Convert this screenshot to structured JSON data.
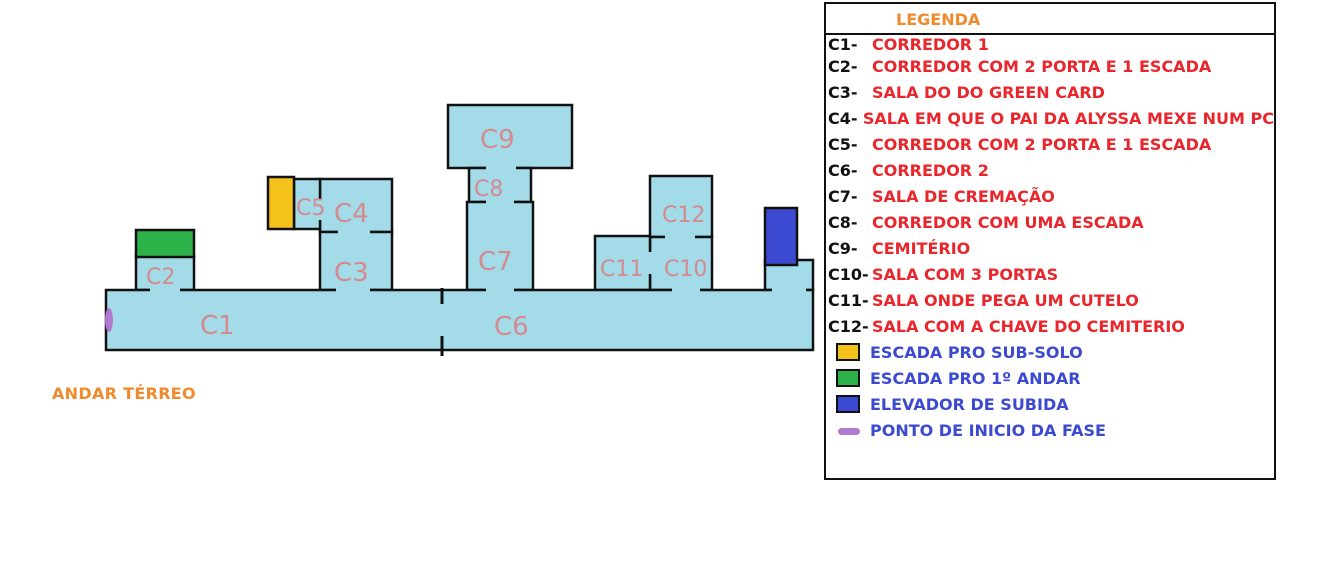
{
  "floor_label": "ANDAR TÉRREO",
  "rooms": {
    "c1": "C1",
    "c2": "C2",
    "c3": "C3",
    "c4": "C4",
    "c5": "C5",
    "c6": "C6",
    "c7": "C7",
    "c8": "C8",
    "c9": "C9",
    "c10": "C10",
    "c11": "C11",
    "c12": "C12"
  },
  "colors": {
    "room_fill": "#a3dbe8",
    "stairs_down": "#f5c21b",
    "stairs_up": "#2db24a",
    "elevator": "#3b4ad0",
    "start_point": "#b07ad0",
    "room_label": "#d48a8f",
    "legend_title": "#f08a2c",
    "legend_desc": "#e8262b",
    "legend_key_desc": "#3b4ad0"
  },
  "legend": {
    "title": "LEGENDA",
    "entries": [
      {
        "code": "C1-",
        "desc": "CORREDOR 1"
      },
      {
        "code": "C2-",
        "desc": "CORREDOR COM 2 PORTA E 1 ESCADA"
      },
      {
        "code": "C3-",
        "desc": "SALA DO DO GREEN CARD"
      },
      {
        "code": "C4-",
        "desc": "SALA EM QUE O PAI DA ALYSSA MEXE NUM PC"
      },
      {
        "code": "C5-",
        "desc": "CORREDOR COM 2 PORTA E 1 ESCADA"
      },
      {
        "code": "C6-",
        "desc": "CORREDOR 2"
      },
      {
        "code": "C7-",
        "desc": "SALA DE CREMAÇÃO"
      },
      {
        "code": "C8-",
        "desc": "CORREDOR COM UMA ESCADA"
      },
      {
        "code": "C9-",
        "desc": "CEMITÉRIO"
      },
      {
        "code": "C10-",
        "desc": "SALA COM 3 PORTAS"
      },
      {
        "code": "C11-",
        "desc": "SALA ONDE PEGA UM CUTELO"
      },
      {
        "code": "C12-",
        "desc": "SALA COM A CHAVE DO CEMITERIO"
      }
    ],
    "keys": [
      {
        "color": "#f5c21b",
        "desc": "ESCADA PRO SUB-SOLO"
      },
      {
        "color": "#2db24a",
        "desc": "ESCADA PRO 1º ANDAR"
      },
      {
        "color": "#3b4ad0",
        "desc": "ELEVADOR DE SUBIDA"
      },
      {
        "desc": "PONTO DE INICIO DA FASE"
      }
    ]
  }
}
